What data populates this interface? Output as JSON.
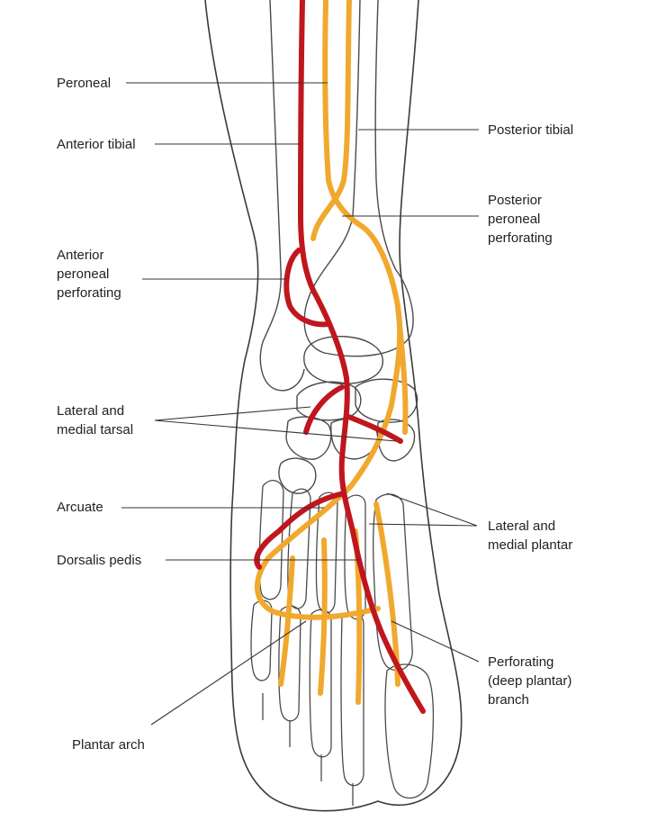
{
  "colors": {
    "artery": "#c0161e",
    "nerve_vessel": "#f0a92e",
    "outline": "#3a3a3a",
    "leader": "#333333",
    "text": "#222222"
  },
  "labels": {
    "peroneal": "Peroneal",
    "anterior_tibial": "Anterior tibial",
    "anterior_peroneal_perforating": "Anterior\nperoneal\nperforating",
    "lateral_medial_tarsal": "Lateral and\nmedial tarsal",
    "arcuate": "Arcuate",
    "dorsalis_pedis": "Dorsalis pedis",
    "plantar_arch": "Plantar arch",
    "posterior_tibial": "Posterior tibial",
    "posterior_peroneal_perforating": "Posterior\nperoneal\nperforating",
    "lateral_medial_plantar": "Lateral and\nmedial plantar",
    "perforating_deep_plantar": "Perforating\n(deep plantar)\nbranch"
  }
}
